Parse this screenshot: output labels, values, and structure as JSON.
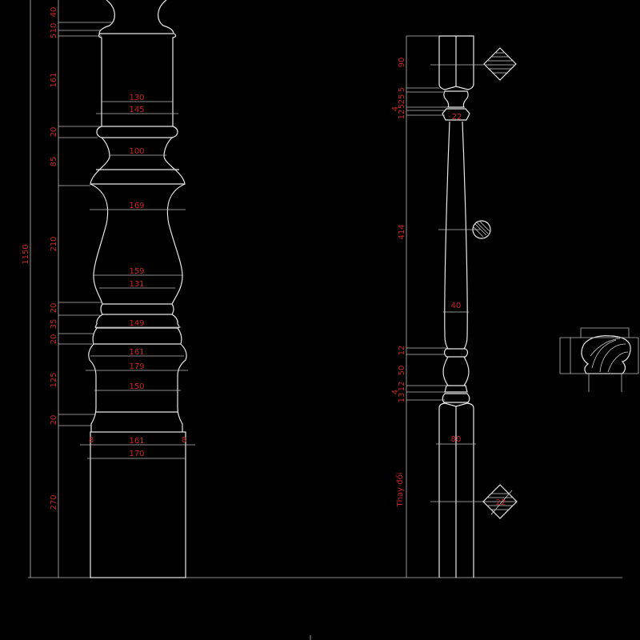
{
  "colors": {
    "background": "#000000",
    "outline": "#e8e8e8",
    "dimension_text": "#c62828"
  },
  "left_baluster": {
    "vertical_dims": [
      "40",
      "10",
      "5",
      "161",
      "20",
      "85",
      "210",
      "20",
      "35",
      "20",
      "125",
      "20",
      "270"
    ],
    "overall_height": "1150",
    "horizontal_dims": [
      "130",
      "145",
      "100",
      "169",
      "159",
      "131",
      "149",
      "161",
      "179",
      "150",
      "161",
      "170"
    ],
    "base_offsets": [
      "8",
      "8"
    ]
  },
  "right_baluster": {
    "vertical_dims": [
      "90",
      "5",
      "25",
      "5",
      "4",
      "12",
      "414",
      "12",
      "50",
      "12",
      "4",
      "13"
    ],
    "widths": [
      "22",
      "40",
      "80"
    ],
    "note": "Thay đổi",
    "section_label": "22"
  }
}
